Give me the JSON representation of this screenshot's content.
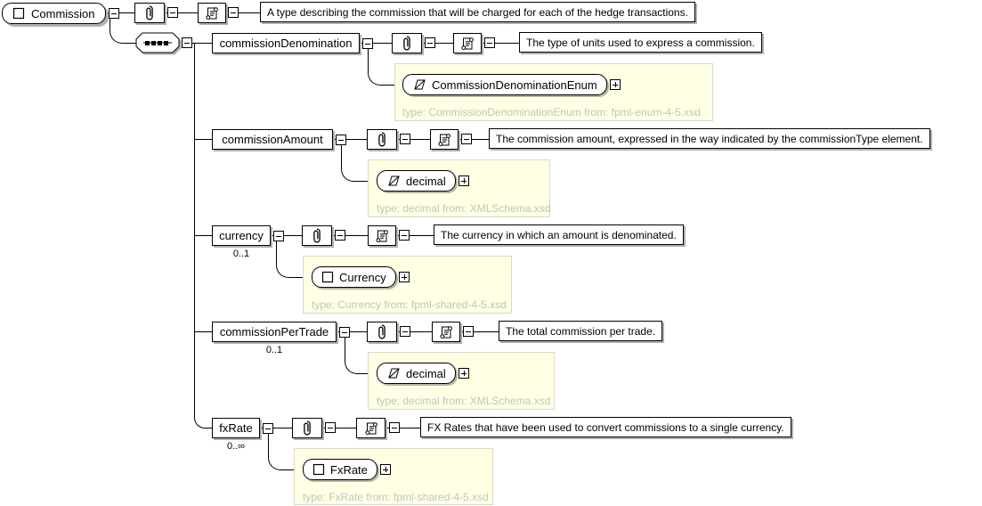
{
  "diagram": {
    "root": {
      "name": "Commission",
      "icon": "complex-type-icon",
      "annotation": "A type describing the commission that will be charged for each of the hedge transactions."
    },
    "compositor": "sequence",
    "children": [
      {
        "name": "commissionDenomination",
        "cardinality": "",
        "annotation": "The type of units used to express a commission.",
        "type": {
          "label": "CommissionDenominationEnum",
          "icon": "simple-type-icon",
          "caption": "type: CommissionDenominationEnum from: fpml-enum-4-5.xsd"
        }
      },
      {
        "name": "commissionAmount",
        "cardinality": "",
        "annotation": "The commission amount, expressed in the way indicated by the commissionType element.",
        "type": {
          "label": "decimal",
          "icon": "simple-type-icon",
          "caption": "type: decimal from: XMLSchema.xsd"
        }
      },
      {
        "name": "currency",
        "cardinality": "0..1",
        "annotation": "The currency in which an amount is denominated.",
        "type": {
          "label": "Currency",
          "icon": "complex-type-icon",
          "caption": "type: Currency from: fpml-shared-4-5.xsd"
        }
      },
      {
        "name": "commissionPerTrade",
        "cardinality": "0..1",
        "annotation": "The total commission per trade.",
        "type": {
          "label": "decimal",
          "icon": "simple-type-icon",
          "caption": "type: decimal from: XMLSchema.xsd"
        }
      },
      {
        "name": "fxRate",
        "cardinality": "0..∞",
        "annotation": "FX Rates that have been used to convert commissions to a single currency.",
        "type": {
          "label": "FxRate",
          "icon": "complex-type-icon",
          "caption": "type: FxRate from: fpml-shared-4-5.xsd"
        }
      }
    ],
    "icons": {
      "attributes": "paperclip-attributes-icon",
      "annotation": "annotation-scroll-icon",
      "compositor": "sequence-icon",
      "collapse": "minus-icon",
      "expand": "plus-icon"
    },
    "colors": {
      "background": "#ffffff",
      "line": "#000000",
      "box_fill": "#ffffff",
      "box_border": "#000000",
      "shadow": "#b0b0b0",
      "type_panel_fill": "#ffffe3",
      "type_panel_border": "#d9d9ce",
      "type_caption_text": "#c4c4bc"
    }
  }
}
